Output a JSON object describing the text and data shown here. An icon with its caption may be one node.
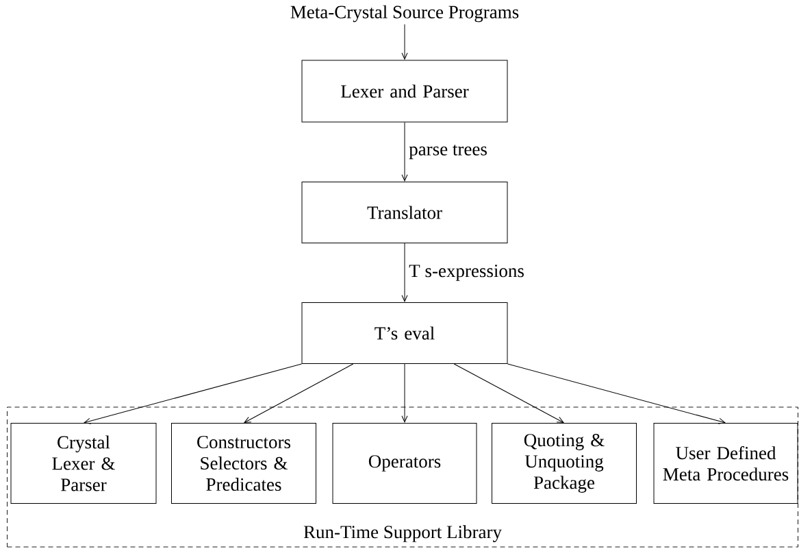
{
  "diagram": {
    "nodes": [
      {
        "text": [
          "Meta-Crystal Source Programs"
        ]
      },
      {
        "text": [
          "Lexer and Parser"
        ]
      },
      {
        "text": [
          "Translator"
        ]
      },
      {
        "text": [
          "T’s eval"
        ]
      },
      {
        "text": [
          "Run-Time Support Library"
        ]
      },
      {
        "text": [
          "Crystal Lexer & Parser"
        ],
        "in": 4
      },
      {
        "text": [
          "Constructors Selectors & Predicates"
        ],
        "in": 4
      },
      {
        "text": [
          "Operators"
        ],
        "in": 4
      },
      {
        "text": [
          "Quoting & Unquoting Package"
        ],
        "in": 4
      },
      {
        "text": [
          "User Defined Meta Procedures"
        ],
        "in": 4
      }
    ],
    "edges": [
      {
        "from": 0,
        "to": 1,
        "arrow": "to"
      },
      {
        "from": 1,
        "to": 2,
        "arrow": "to",
        "label": "parse trees"
      },
      {
        "from": 2,
        "to": 3,
        "arrow": "to",
        "label": "T s-expressions"
      },
      {
        "from": 3,
        "to": 5,
        "arrow": "to"
      },
      {
        "from": 3,
        "to": 6,
        "arrow": "to"
      },
      {
        "from": 3,
        "to": 7,
        "arrow": "to"
      },
      {
        "from": 3,
        "to": 8,
        "arrow": "to"
      },
      {
        "from": 3,
        "to": 9,
        "arrow": "to"
      }
    ]
  }
}
